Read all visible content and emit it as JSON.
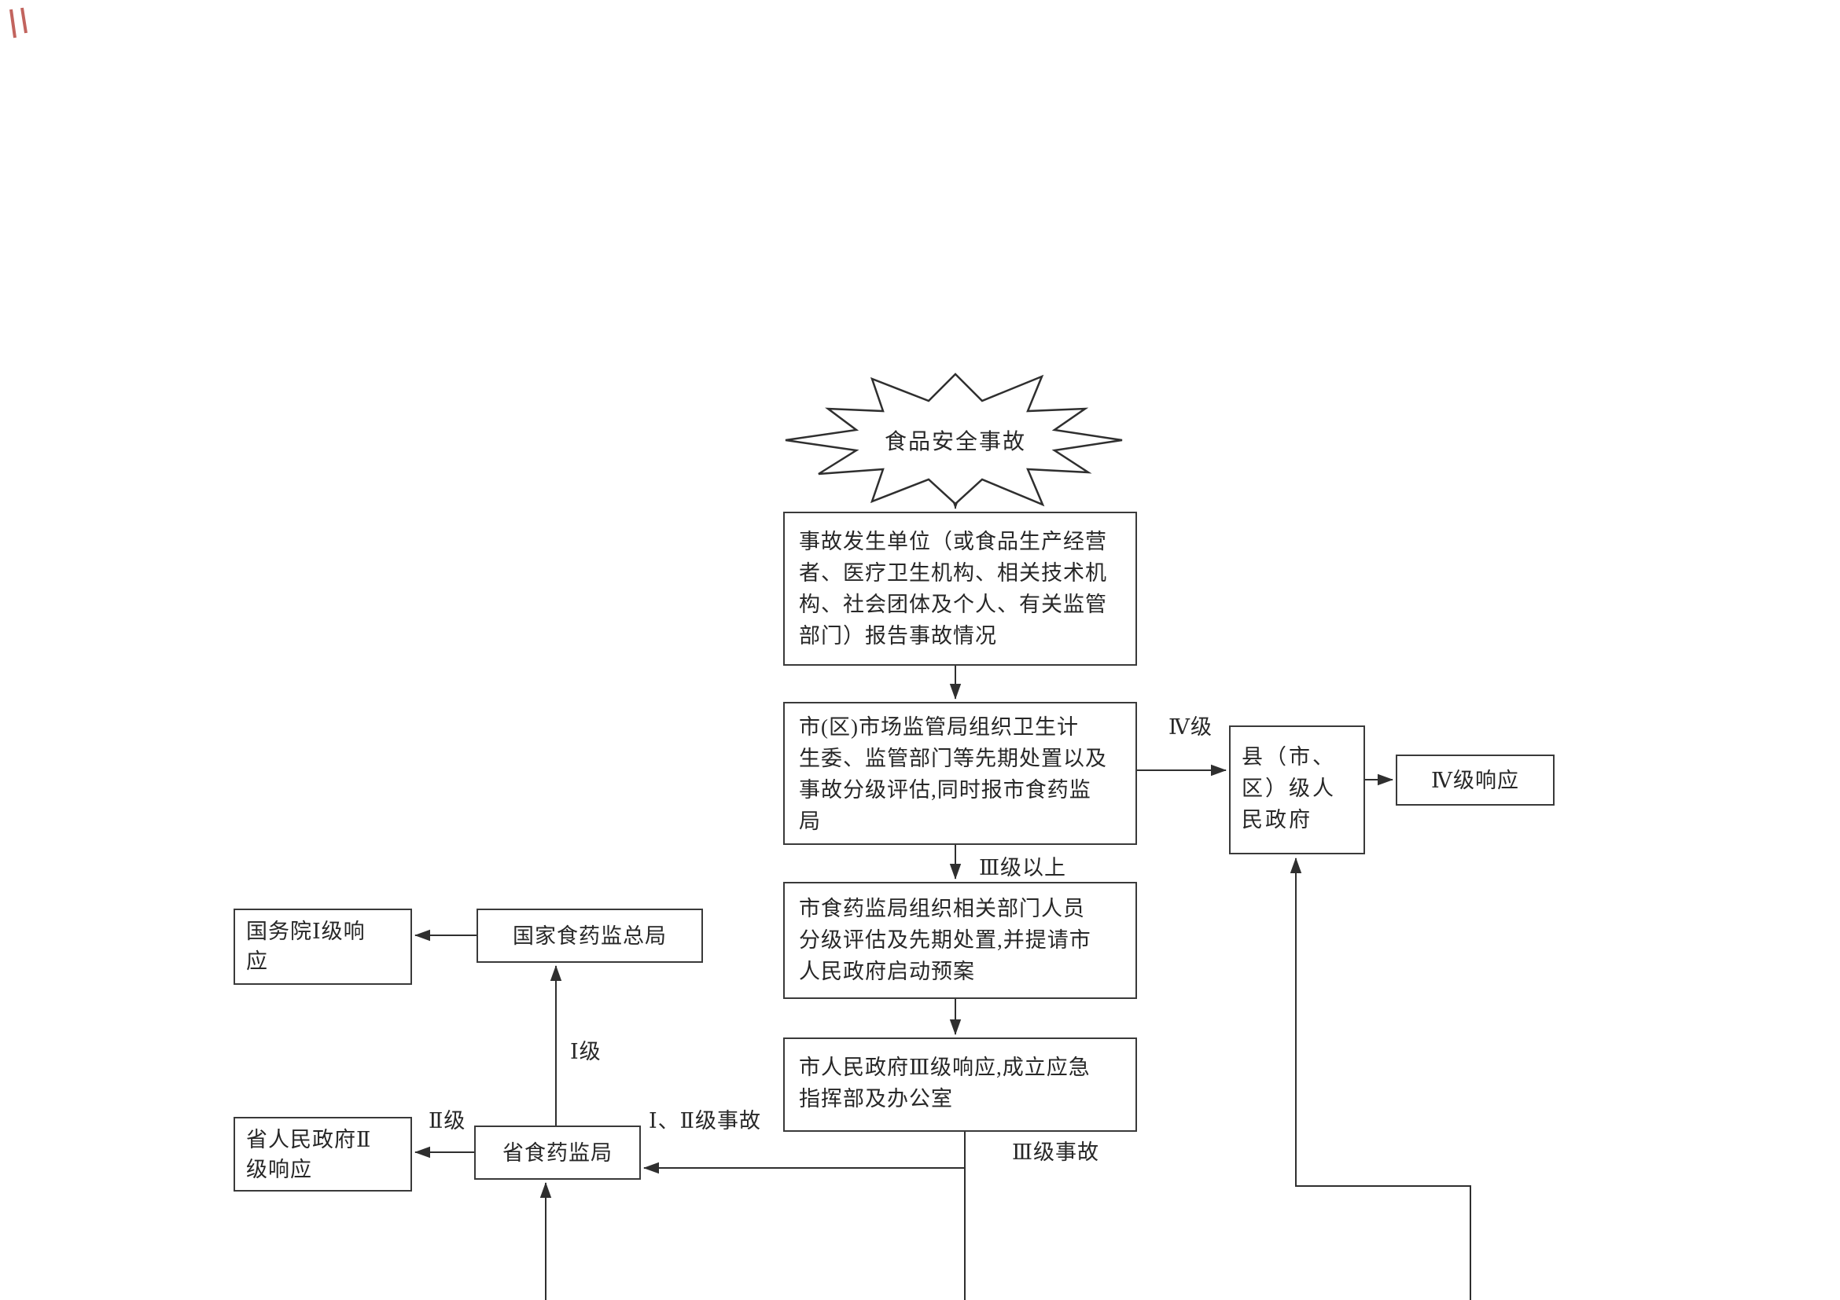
{
  "diagram": {
    "burst_label": "食品安全事故",
    "nodes": {
      "report_unit": "事故发生单位（或食品生产经营\n者、医疗卫生机构、相关技术机\n构、社会团体及个人、有关监管\n部门）报告事故情况",
      "district_bureau": "市(区)市场监管局组织卫生计\n生委、监管部门等先期处置以及\n事故分级评估,同时报市食药监\n局",
      "county_gov": "县（市、\n区）级人\n民政府",
      "level4_response": "Ⅳ级响应",
      "city_fda": "市食药监局组织相关部门人员\n分级评估及先期处置,并提请市\n人民政府启动预案",
      "city_gov": "市人民政府Ⅲ级响应,成立应急\n指挥部及办公室",
      "national_fda": "国家食药监总局",
      "state_council": "国务院Ⅰ级响\n应",
      "provincial_fda": "省食药监局",
      "provincial_gov": "省人民政府Ⅱ\n级响应"
    },
    "edge_labels": {
      "level4": "Ⅳ级",
      "level3_above": "Ⅲ级以上",
      "level1": "Ⅰ级",
      "level2": "Ⅱ级",
      "level12_incident": "Ⅰ、Ⅱ级事故",
      "level3_incident": "Ⅲ级事故"
    },
    "colors": {
      "ink": "#2f2f2f",
      "paper": "#ffffff",
      "pen_mark": "#b84a42"
    }
  }
}
